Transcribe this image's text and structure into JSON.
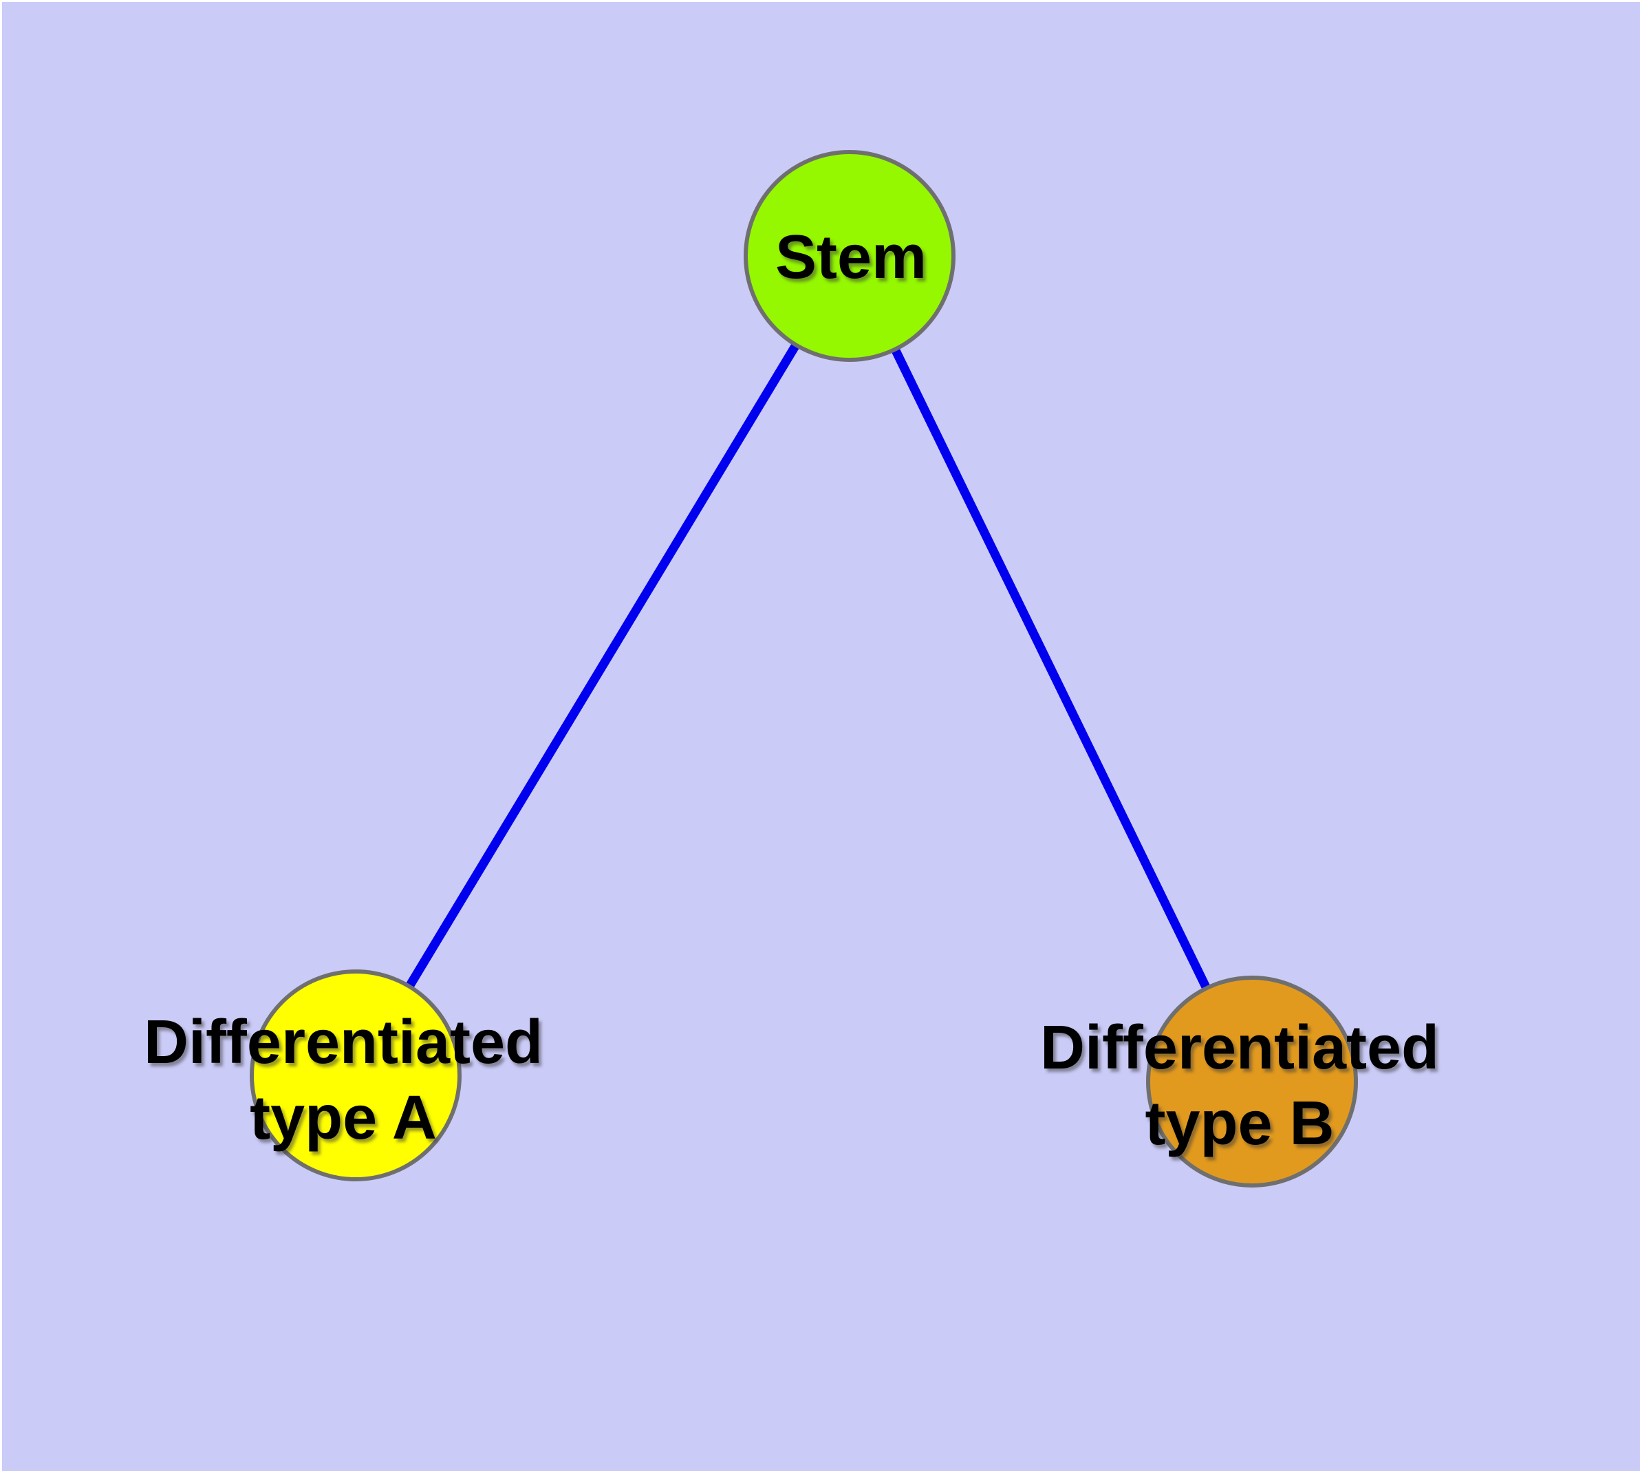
{
  "diagram": {
    "background_color": "#CBCBF8",
    "margin_color": "#FFFFFF",
    "text_color": "#000000",
    "node_border_color": "#6F6F6F",
    "nodes": [
      {
        "id": "stem",
        "label_lines": [
          "Stem"
        ],
        "fill": "#95F800"
      },
      {
        "id": "differentiated-type-a",
        "label_lines": [
          "Differentiated",
          "type A"
        ],
        "fill": "#FFFF00"
      },
      {
        "id": "differentiated-type-b",
        "label_lines": [
          "Differentiated",
          "type B"
        ],
        "fill": "#E29A1E"
      }
    ],
    "edges": [
      {
        "from": "Stem",
        "to": "Differentiated type A",
        "color": "#0000EE"
      },
      {
        "from": "Stem",
        "to": "Differentiated type B",
        "color": "#0000EE"
      }
    ]
  }
}
